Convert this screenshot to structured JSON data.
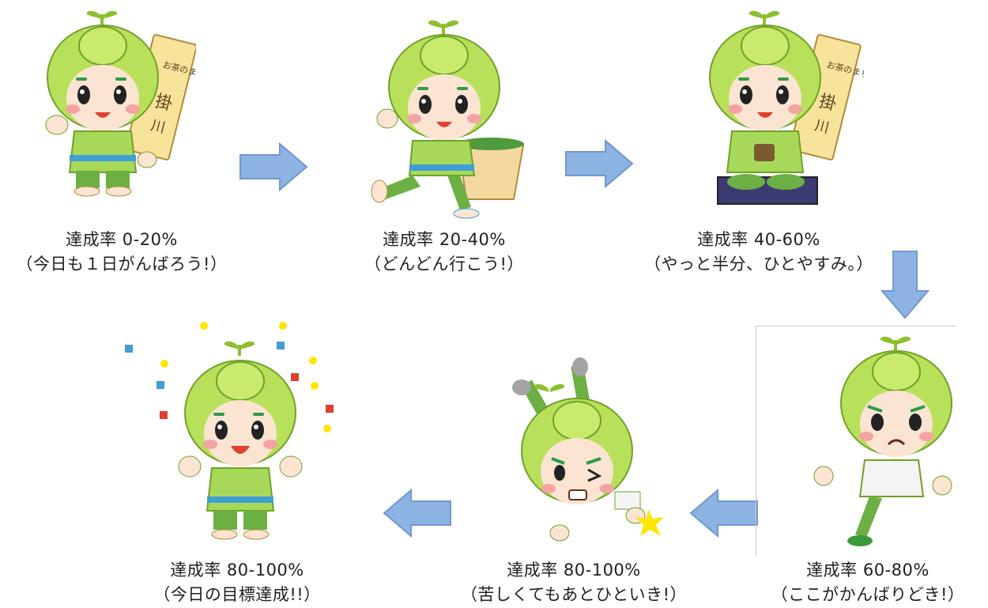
{
  "stages": [
    {
      "rate": "達成率 0-20%",
      "note": "（今日も１日がんばろう!）"
    },
    {
      "rate": "達成率 20-40%",
      "note": "（どんどん行こう!）"
    },
    {
      "rate": "達成率 40-60%",
      "note": "（やっと半分、ひとやすみ。）"
    },
    {
      "rate": "達成率 60-80%",
      "note": "（ここがかんばりどき!）"
    },
    {
      "rate": "達成率 80-100%",
      "note": "（苦しくてもあとひといき!）"
    },
    {
      "rate": "達成率 80-100%",
      "note": "（今日の目標達成!!）"
    }
  ],
  "sign_text": "お茶のまち掛川",
  "sign_text_lines": [
    "お茶のまち",
    "掛",
    "川"
  ],
  "colors": {
    "arrow": "#8db3e2",
    "arrow_edge": "#6f98cf",
    "head": "#b9e05a",
    "head_dark": "#8dbf2e",
    "body": "#a8d85a",
    "pants": "#6cb043",
    "belt": "#3f9fd6",
    "skin": "#fbe4d2",
    "cheek": "#f4a3a3",
    "sign": "#f7e39a",
    "sign_edge": "#b58a3c"
  }
}
